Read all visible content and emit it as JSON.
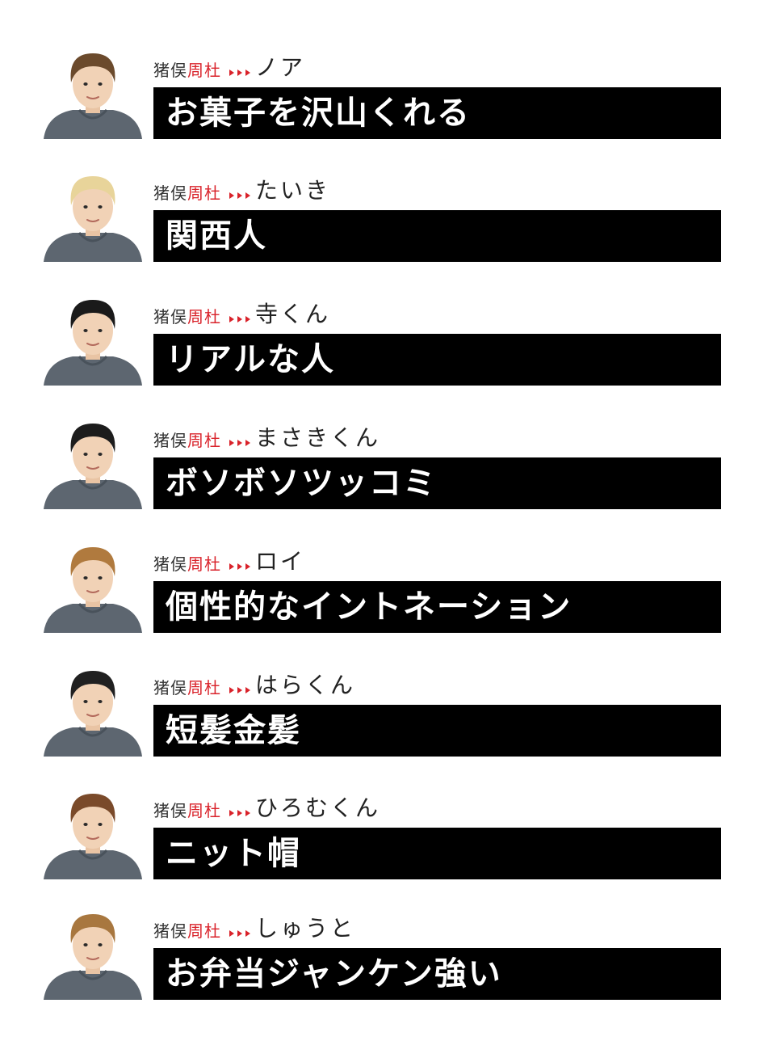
{
  "entries": [
    {
      "from_name_first": "猪俣",
      "from_name_last": "周杜",
      "to_name": "ノア",
      "description": "お菓子を沢山くれる",
      "hair_color": "#6b4a2c"
    },
    {
      "from_name_first": "猪俣",
      "from_name_last": "周杜",
      "to_name": "たいき",
      "description": "関西人",
      "hair_color": "#e8d49a"
    },
    {
      "from_name_first": "猪俣",
      "from_name_last": "周杜",
      "to_name": "寺くん",
      "description": "リアルな人",
      "hair_color": "#1a1a1a"
    },
    {
      "from_name_first": "猪俣",
      "from_name_last": "周杜",
      "to_name": "まさきくん",
      "description": "ボソボソツッコミ",
      "hair_color": "#1c1c1c"
    },
    {
      "from_name_first": "猪俣",
      "from_name_last": "周杜",
      "to_name": "ロイ",
      "description": "個性的なイントネーション",
      "hair_color": "#b07a3e"
    },
    {
      "from_name_first": "猪俣",
      "from_name_last": "周杜",
      "to_name": "はらくん",
      "description": "短髪金髪",
      "hair_color": "#202020"
    },
    {
      "from_name_first": "猪俣",
      "from_name_last": "周杜",
      "to_name": "ひろむくん",
      "description": "ニット帽",
      "hair_color": "#7a4a2a"
    },
    {
      "from_name_first": "猪俣",
      "from_name_last": "周杜",
      "to_name": "しゅうと",
      "description": "お弁当ジャンケン強い",
      "hair_color": "#a8773f"
    }
  ],
  "colors": {
    "accent_red": "#d9222a",
    "bar_background": "#000000",
    "bar_text": "#ffffff",
    "hoodie": "#5d6670"
  }
}
